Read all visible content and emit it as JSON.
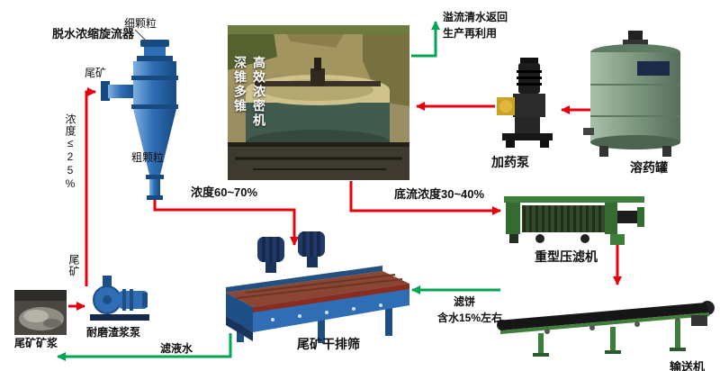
{
  "diagram": {
    "cyclone": {
      "label": "脱水浓缩旋流器",
      "fine_particles": "细颗粒",
      "feed": "尾矿",
      "feed_concentration": "浓度≤25%",
      "coarse_particles": "粗颗粒"
    },
    "thickener": {
      "name_col1": "深锥多锥",
      "name_col2": "高效浓密机",
      "overflow_line1": "溢流清水返回",
      "overflow_line2": "生产再利用",
      "underflow_concentration": "底流浓度30~40%"
    },
    "dosing_pump": {
      "label": "加药泵"
    },
    "solution_tank": {
      "label": "溶药罐"
    },
    "screen": {
      "label": "尾矿干排筛",
      "feed_concentration": "浓度60~70%"
    },
    "filter_press": {
      "label": "重型压滤机",
      "cake_line1": "滤饼",
      "cake_line2": "含水15%左右"
    },
    "slurry": {
      "photo_label": "尾矿矿浆",
      "pump_label": "耐磨渣浆泵",
      "tailings_line": "尾矿",
      "filtrate": "滤液水"
    },
    "conveyor": {
      "label": "输送机"
    }
  },
  "colors": {
    "flow_red": "#e8000d",
    "flow_green": "#00a651"
  }
}
